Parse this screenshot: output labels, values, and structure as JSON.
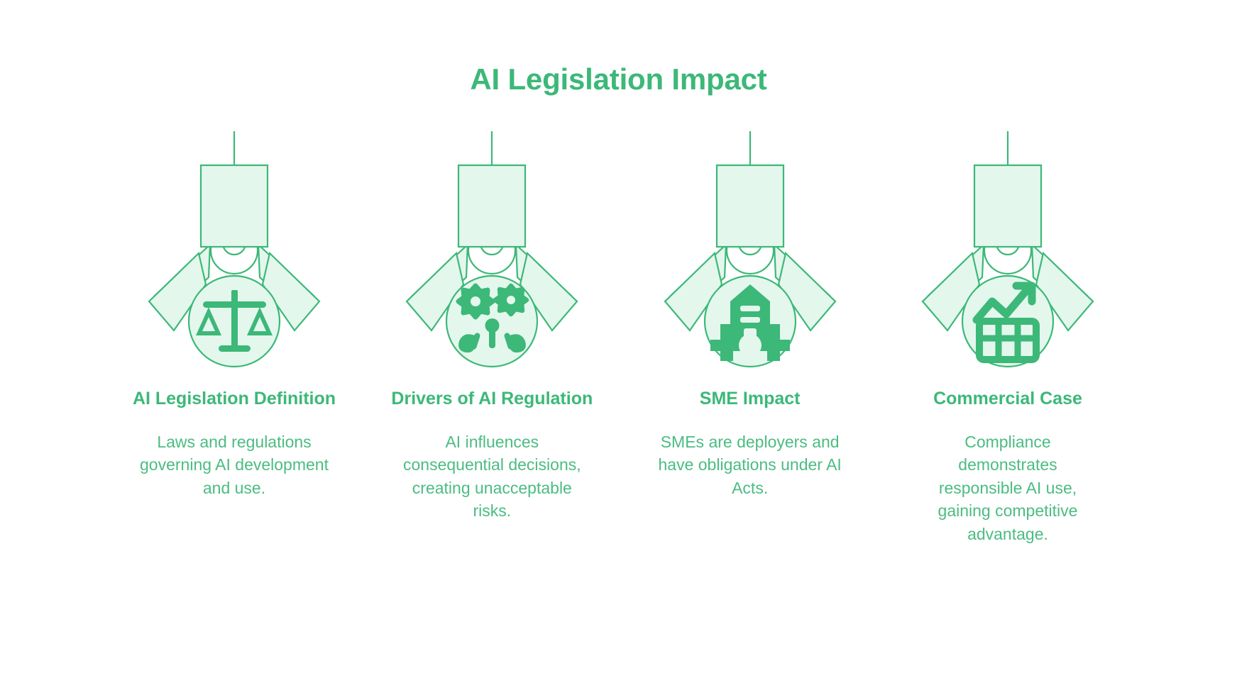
{
  "title": "AI Legislation Impact",
  "theme": {
    "accent": "#3cb878",
    "accent_light": "#e4f7ed",
    "body_text": "#4bbc82",
    "background": "#ffffff"
  },
  "columns": [
    {
      "icon": "scales-of-justice-icon",
      "heading": "AI Legislation Definition",
      "body": "Laws and regulations governing AI development and use."
    },
    {
      "icon": "gear-flowers-icon",
      "heading": "Drivers of AI Regulation",
      "body": "AI influences consequential decisions, creating unacceptable risks."
    },
    {
      "icon": "factory-gear-icon",
      "heading": "SME Impact",
      "body": "SMEs are deployers and have obligations under AI Acts."
    },
    {
      "icon": "growth-chart-icon",
      "heading": "Commercial Case",
      "body": "Compliance demonstrates responsible AI use, gaining competitive advantage."
    }
  ]
}
